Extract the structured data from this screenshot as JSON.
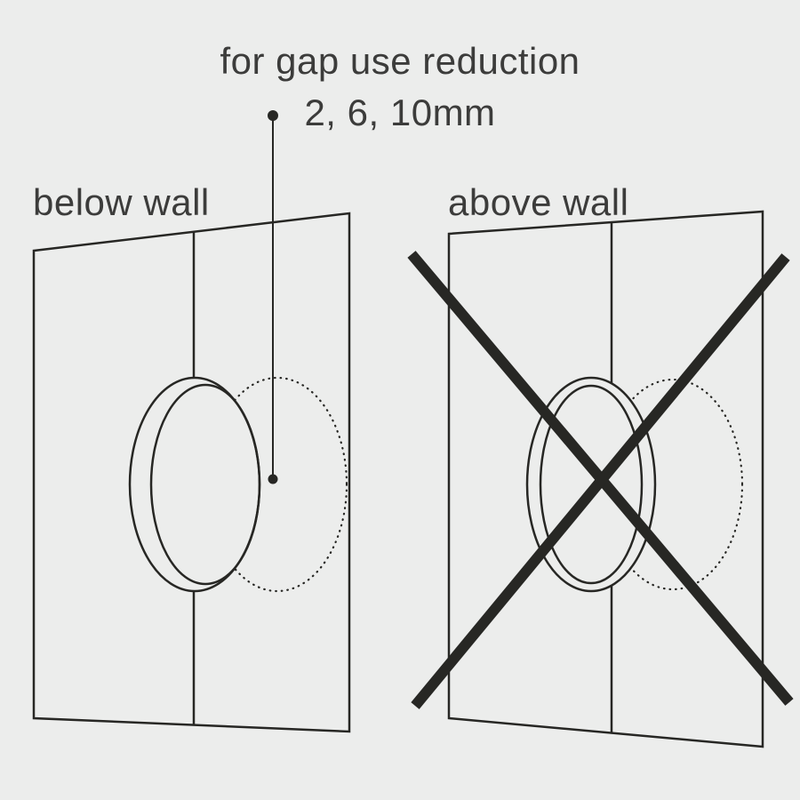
{
  "title": "for gap use reduction",
  "gap_note": "2, 6, 10mm",
  "left_figure": {
    "label": "below wall"
  },
  "right_figure": {
    "label": "above wall"
  },
  "colors": {
    "bg": "#ecedec",
    "line": "#272724",
    "text": "#3c3c3b"
  }
}
